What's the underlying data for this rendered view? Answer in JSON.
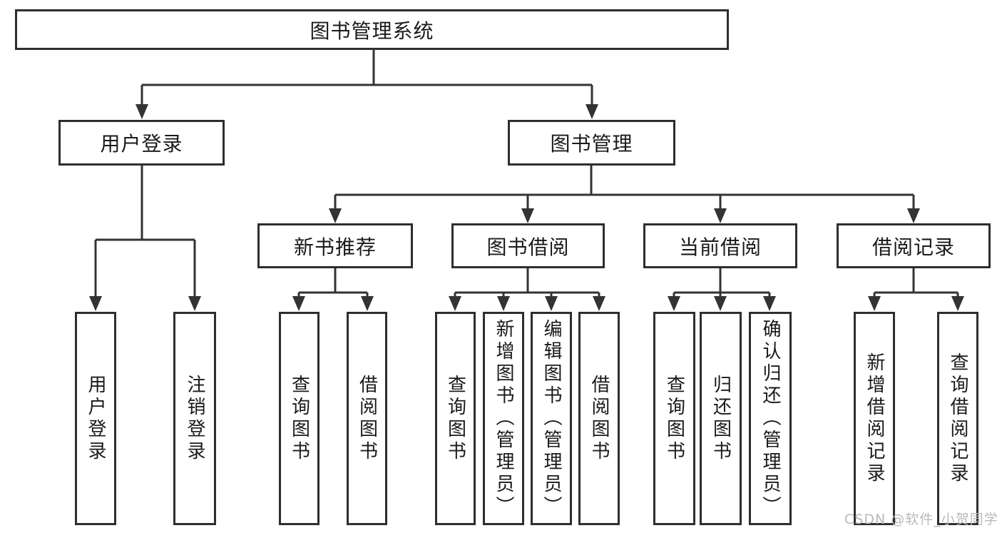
{
  "diagram_title": "图书管理系统",
  "tree": {
    "label": "图书管理系统",
    "children": [
      {
        "label": "用户登录",
        "children": [
          {
            "label": "用户登录"
          },
          {
            "label": "注销登录"
          }
        ]
      },
      {
        "label": "图书管理",
        "children": [
          {
            "label": "新书推荐",
            "children": [
              {
                "label": "查询图书"
              },
              {
                "label": "借阅图书"
              }
            ]
          },
          {
            "label": "图书借阅",
            "children": [
              {
                "label": "查询图书"
              },
              {
                "label": "新增图书（管理员）"
              },
              {
                "label": "编辑图书（管理员）"
              },
              {
                "label": "借阅图书"
              }
            ]
          },
          {
            "label": "当前借阅",
            "children": [
              {
                "label": "查询图书"
              },
              {
                "label": "归还图书"
              },
              {
                "label": "确认归还（管理员）"
              }
            ]
          },
          {
            "label": "借阅记录",
            "children": [
              {
                "label": "新增借阅记录"
              },
              {
                "label": "查询借阅记录"
              }
            ]
          }
        ]
      }
    ]
  },
  "watermark": "CSDN @软件_小贺同学",
  "colors": {
    "line": "#333333",
    "box_border": "#2e2e2e",
    "text": "#1a1a1a",
    "watermark": "#b9b9b9",
    "background": "#ffffff"
  }
}
